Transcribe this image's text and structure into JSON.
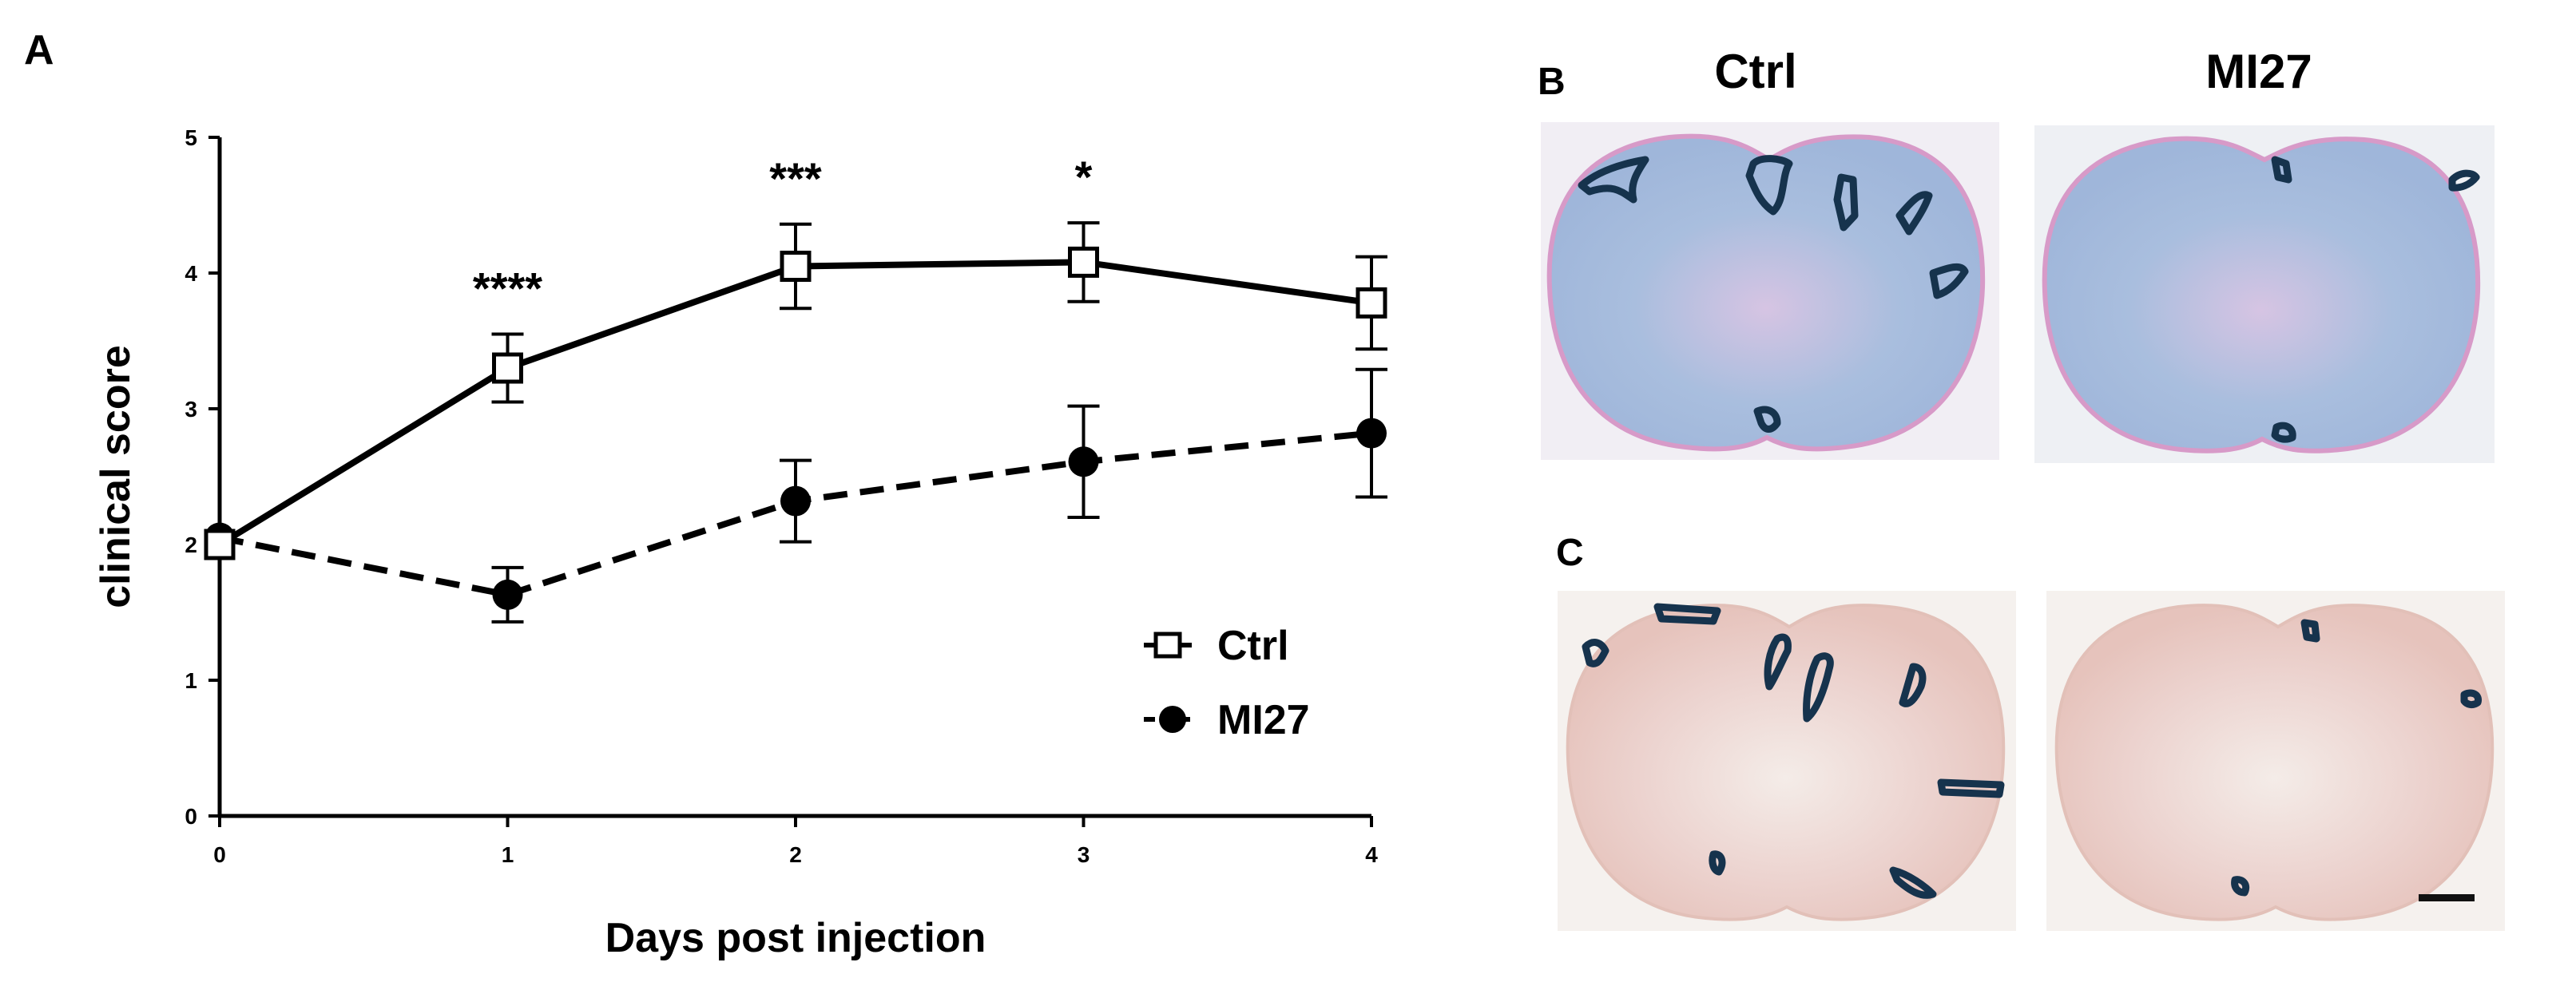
{
  "panel_labels": {
    "a": "A",
    "b": "B",
    "c": "C"
  },
  "histology": {
    "column_titles": [
      "Ctrl",
      "MI27"
    ]
  },
  "chart_data": {
    "type": "line",
    "xlabel": "Days post injection",
    "ylabel": "clinical score",
    "x": [
      0,
      1,
      2,
      3,
      4
    ],
    "xlim": [
      0,
      4
    ],
    "ylim": [
      0,
      5
    ],
    "xticks": [
      "0",
      "1",
      "2",
      "3",
      "4"
    ],
    "yticks": [
      "0",
      "1",
      "2",
      "3",
      "4",
      "5"
    ],
    "grid": false,
    "legend_position": "bottom-right",
    "series": [
      {
        "name": "Ctrl",
        "values": [
          2.0,
          3.3,
          4.05,
          4.08,
          3.78
        ],
        "error": [
          0.0,
          0.25,
          0.31,
          0.29,
          0.34
        ],
        "marker": "open-square",
        "line": "solid"
      },
      {
        "name": "MI27",
        "values": [
          2.05,
          1.63,
          2.32,
          2.61,
          2.82
        ],
        "error": [
          0.0,
          0.2,
          0.3,
          0.41,
          0.47
        ],
        "marker": "filled-circle",
        "line": "dashed"
      }
    ],
    "annotations": [
      {
        "x": 1,
        "text": "****"
      },
      {
        "x": 2,
        "text": "***"
      },
      {
        "x": 3,
        "text": "*"
      }
    ],
    "colors": {
      "line": "#000000"
    }
  }
}
